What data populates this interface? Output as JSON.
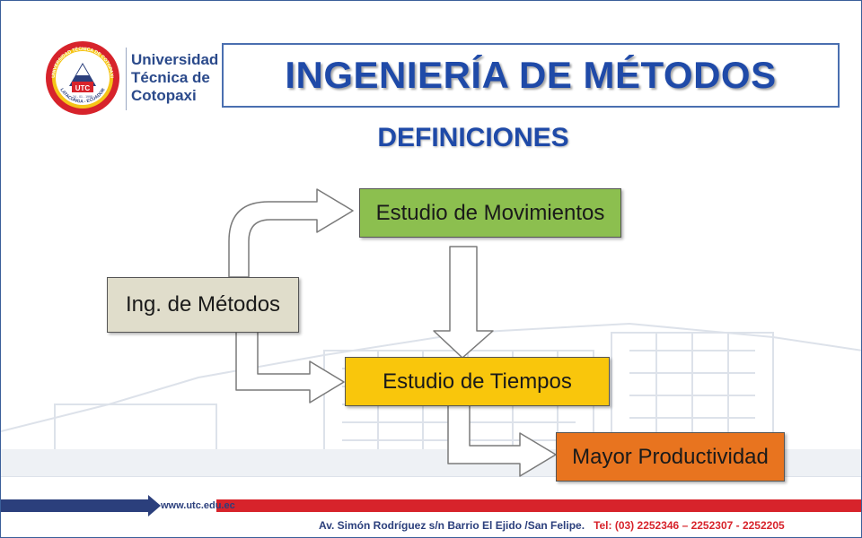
{
  "header": {
    "university_name": [
      "Universidad",
      "Técnica de",
      "Cotopaxi"
    ],
    "logo_text": {
      "top": "UNIVERSIDAD TÉCNICA DE COTOPAXI",
      "bottom": "LATACUNGA - ECUADOR",
      "monogram": "UTC",
      "year": "24 - 01 - 1995"
    },
    "title": "INGENIERÍA DE MÉTODOS",
    "subtitle": "DEFINICIONES"
  },
  "diagram": {
    "nodes": [
      {
        "id": "metodos",
        "label": "Ing. de Métodos",
        "color": "#e0ddcb"
      },
      {
        "id": "movimientos",
        "label": "Estudio de Movimientos",
        "color": "#8cbf4f"
      },
      {
        "id": "tiempos",
        "label": "Estudio de Tiempos",
        "color": "#f9c60c"
      },
      {
        "id": "productividad",
        "label": "Mayor Productividad",
        "color": "#e8741f"
      }
    ],
    "edges": [
      {
        "from": "metodos",
        "to": "movimientos"
      },
      {
        "from": "metodos",
        "to": "tiempos"
      },
      {
        "from": "movimientos",
        "to": "tiempos"
      },
      {
        "from": "tiempos",
        "to": "productividad"
      }
    ]
  },
  "footer": {
    "url": "www.utc.edu.ec",
    "address": "Av. Simón Rodríguez s/n Barrio El Ejido /San Felipe.",
    "tel": "Tel: (03) 2252346 – 2252307 - 2252205",
    "colors": {
      "red": "#d7232b",
      "blue": "#2b3f7c"
    }
  }
}
